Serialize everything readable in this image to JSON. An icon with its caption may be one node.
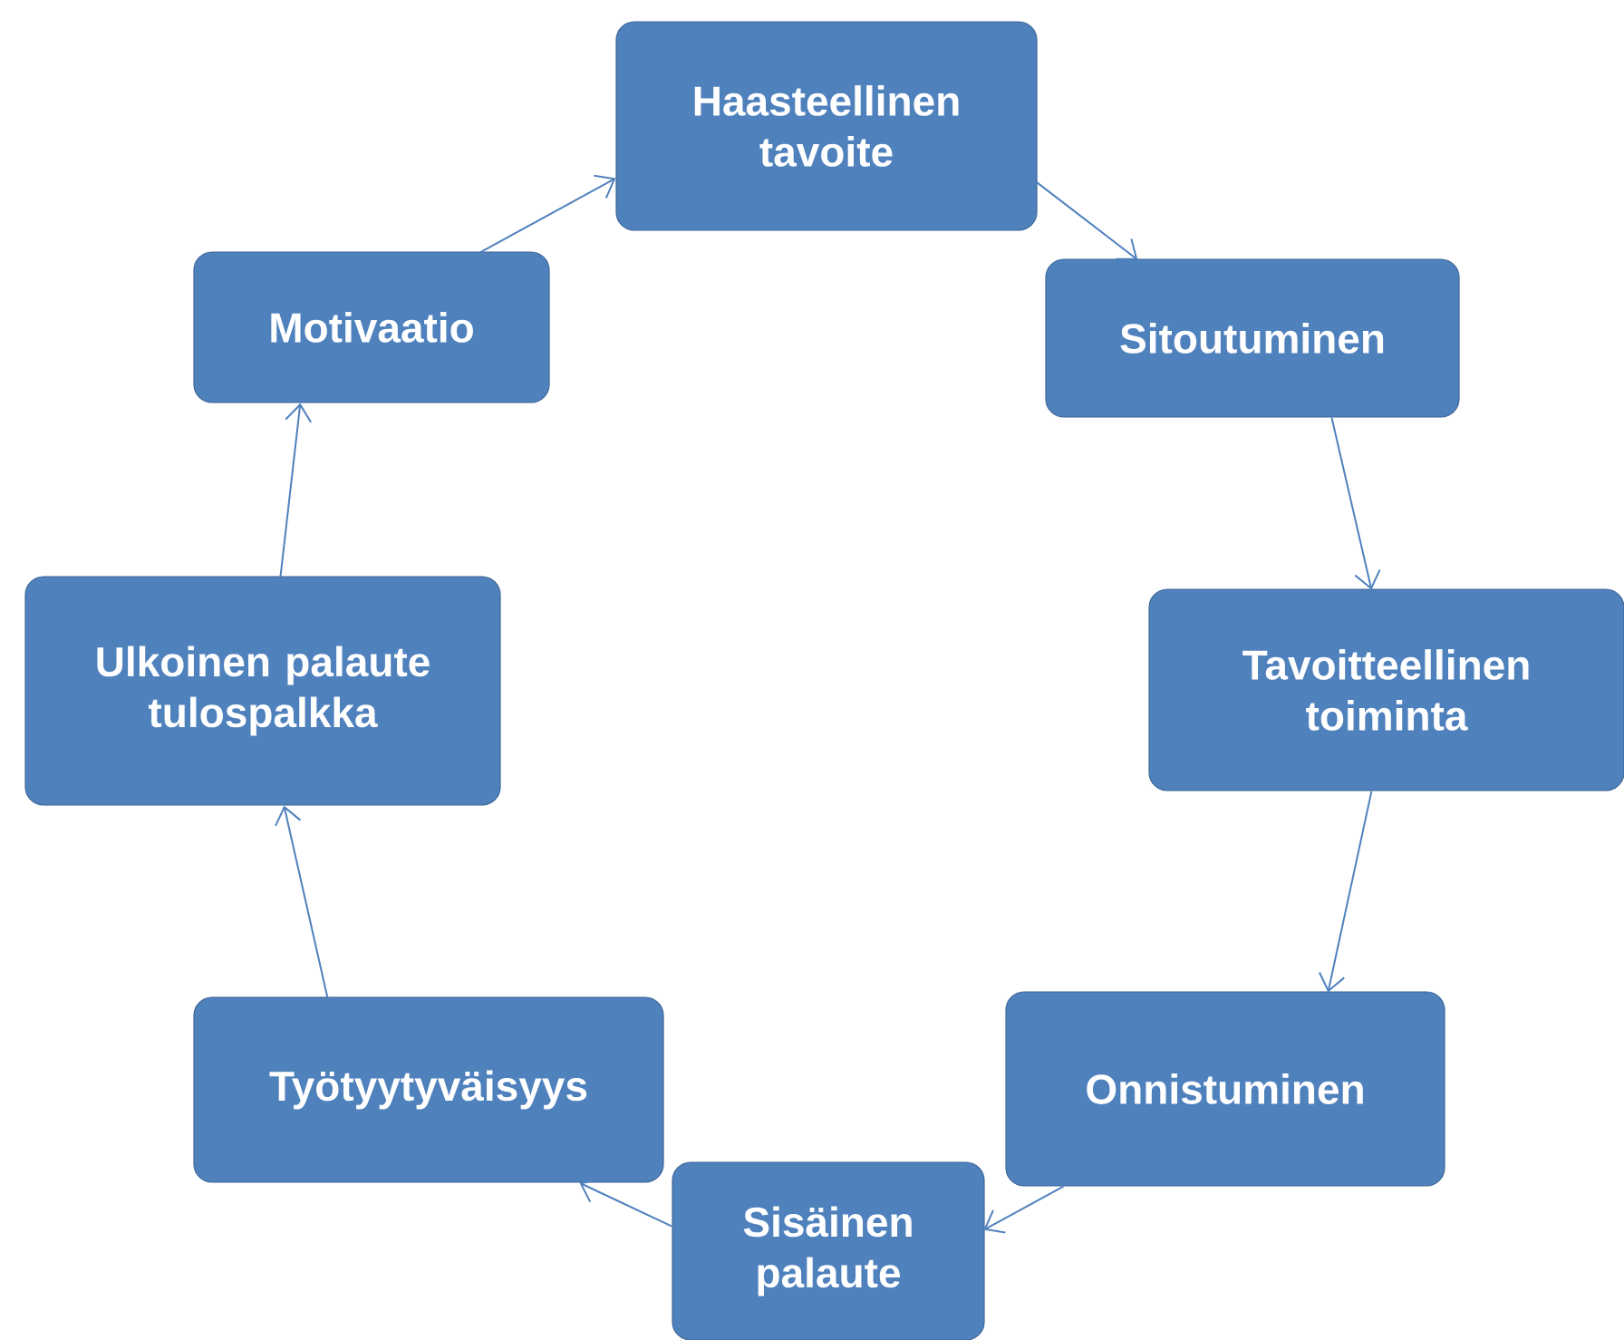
{
  "diagram": {
    "nodes": [
      {
        "text": [
          "Haasteellinen tavoite"
        ]
      },
      {
        "text": [
          "Sitoutuminen"
        ]
      },
      {
        "text": [
          "Tavoitteellinen toiminta"
        ]
      },
      {
        "text": [
          "Onnistuminen"
        ]
      },
      {
        "text": [
          "Sisäinen palaute"
        ]
      },
      {
        "text": [
          "Työtyytyväisyys"
        ]
      },
      {
        "text": [
          "Ulkoinen palaute tulospalkka"
        ]
      },
      {
        "text": [
          "Motivaatio"
        ]
      }
    ],
    "edges": [
      {
        "from": 0,
        "to": 1,
        "arrow": "to"
      },
      {
        "from": 1,
        "to": 2,
        "arrow": "to"
      },
      {
        "from": 2,
        "to": 3,
        "arrow": "to"
      },
      {
        "from": 3,
        "to": 4,
        "arrow": "to"
      },
      {
        "from": 4,
        "to": 5,
        "arrow": "to"
      },
      {
        "from": 5,
        "to": 6,
        "arrow": "to"
      },
      {
        "from": 6,
        "to": 7,
        "arrow": "to"
      },
      {
        "from": 7,
        "to": 0,
        "arrow": "to"
      }
    ]
  }
}
